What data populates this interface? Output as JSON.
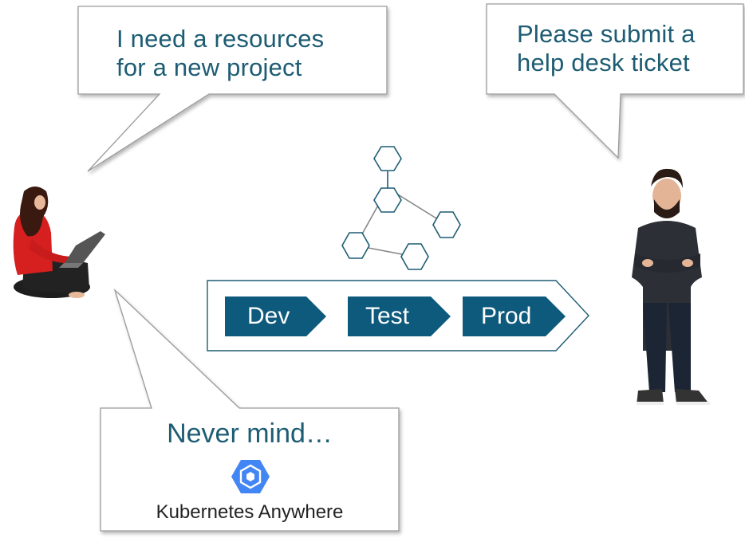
{
  "bubbles": {
    "user_request": {
      "line1": "I need a resources",
      "line2": "for a new project"
    },
    "helpdesk_reply": {
      "line1": "Please submit a",
      "line2": "help desk ticket"
    },
    "resolution": {
      "text": "Never mind…",
      "product_label": "Kubernetes Anywhere"
    }
  },
  "pipeline": {
    "stages": [
      "Dev",
      "Test",
      "Prod"
    ]
  },
  "colors": {
    "accent": "#1d5c73",
    "stage_fill": "#0e5a7c",
    "outline": "#9a9a9a",
    "k8s_blue": "#4285f4"
  },
  "icons": {
    "product_logo": "kubernetes-engine-hexagon-icon",
    "topology": "hexagon-network-icon"
  }
}
